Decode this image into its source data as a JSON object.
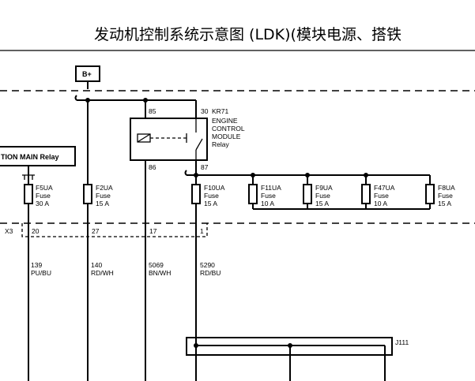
{
  "title": "发动机控制系统示意图 (LDK)(模块电源、搭铁",
  "power_source": "B+",
  "relay": {
    "id": "KR71",
    "name_lines": [
      "ENGINE",
      "CONTROL",
      "MODULE",
      "Relay"
    ],
    "pins": {
      "p85": "85",
      "p30": "30",
      "p86": "86",
      "p87": "87"
    }
  },
  "ignition_relay_label": "TION MAIN Relay",
  "fuses": [
    {
      "name": "F5UA",
      "type": "Fuse",
      "rating": "30 A"
    },
    {
      "name": "F2UA",
      "type": "Fuse",
      "rating": "15 A"
    },
    {
      "name": "F10UA",
      "type": "Fuse",
      "rating": "15 A"
    },
    {
      "name": "F11UA",
      "type": "Fuse",
      "rating": "10 A"
    },
    {
      "name": "F9UA",
      "type": "Fuse",
      "rating": "15 A"
    },
    {
      "name": "F47UA",
      "type": "Fuse",
      "rating": "10 A"
    },
    {
      "name": "F8UA",
      "type": "Fuse",
      "rating": "15 A"
    }
  ],
  "connector": {
    "id": "X3",
    "pins": [
      "20",
      "27",
      "17",
      "1"
    ]
  },
  "circuits": [
    {
      "number": "139",
      "color": "PU/BU"
    },
    {
      "number": "140",
      "color": "RD/WH"
    },
    {
      "number": "5069",
      "color": "BN/WH"
    },
    {
      "number": "5290",
      "color": "RD/BU"
    }
  ],
  "splice": "J111"
}
